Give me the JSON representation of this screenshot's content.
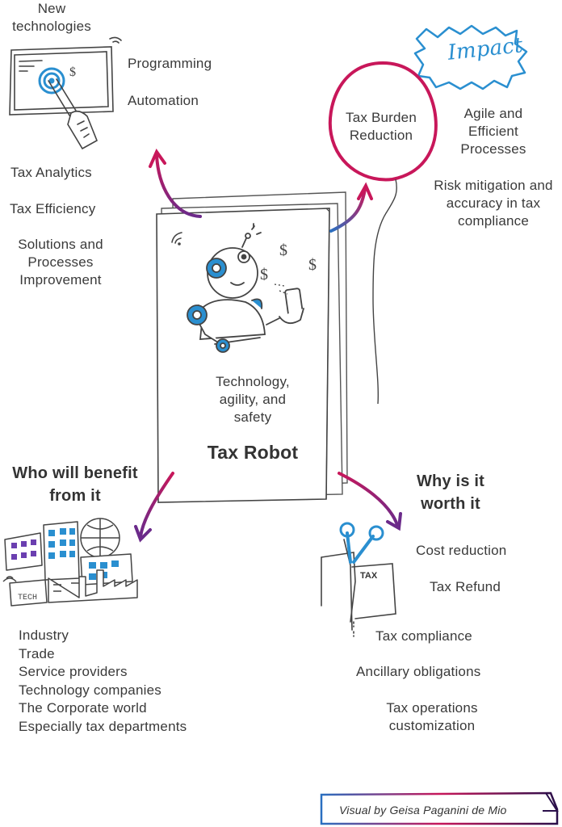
{
  "top_left": {
    "heading": "New technologies",
    "items": [
      "Programming",
      "Automation"
    ],
    "analytics": [
      "Tax Analytics",
      "Tax Efficiency",
      "Solutions and Processes Improvement"
    ]
  },
  "top_right": {
    "badge": "Impact",
    "balloon": "Tax Burden Reduction",
    "benefits": [
      "Agile and Efficient Processes",
      "Risk mitigation and accuracy in tax compliance"
    ]
  },
  "center": {
    "subtitle": "Technology, agility, and safety",
    "title": "Tax Robot"
  },
  "bottom_left": {
    "heading": "Who will benefit from it",
    "sign": "TECH",
    "beneficiaries": [
      "Industry",
      "Trade",
      "Service providers",
      "Technology companies",
      "The Corporate world",
      "Especially tax departments"
    ]
  },
  "bottom_right": {
    "heading": "Why is it worth it",
    "sign": "TAX",
    "reasons": [
      "Cost reduction",
      "Tax Refund",
      "Tax compliance",
      "Ancillary obligations",
      "Tax operations customization"
    ]
  },
  "credit": "Visual by Geisa Paganini de Mio",
  "colors": {
    "magenta": "#c8175a",
    "purple": "#6b2a8a",
    "blue": "#2a8fd0",
    "text": "#3a3a3a"
  }
}
